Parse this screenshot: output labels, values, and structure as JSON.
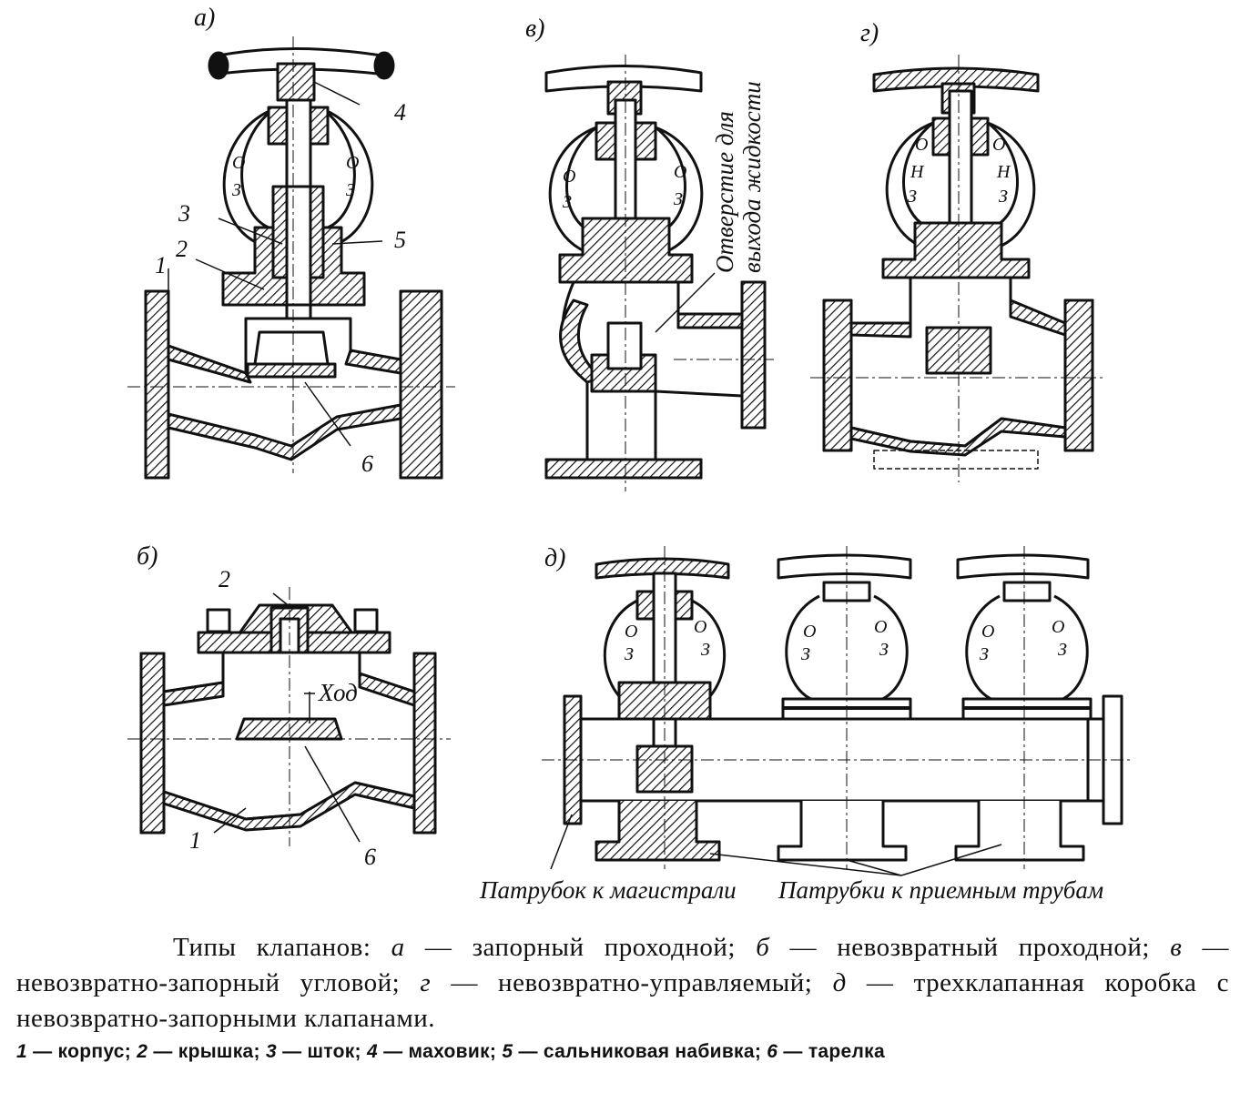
{
  "panels": {
    "a": "а)",
    "b": "б)",
    "v": "в)",
    "g": "г)",
    "d": "д)"
  },
  "numbers": {
    "n1": "1",
    "n2": "2",
    "n3": "3",
    "n4": "4",
    "n5": "5",
    "n6": "6"
  },
  "scale_marks": {
    "o": "О",
    "z": "З",
    "n": "Н"
  },
  "annotations": {
    "hod": "Ход",
    "outlet_line1": "Отверстие для",
    "outlet_line2": "выхода жидкости",
    "to_main": "Патрубок к магистрали",
    "to_intake": "Патрубки к приемным трубам"
  },
  "caption": {
    "title": "Типы клапанов:",
    "a_letter": "а",
    "a_text": " — запорный проходной; ",
    "b_letter": "б",
    "b_text": " — невозвратный проходной; ",
    "v_letter": "в",
    "v_text": " — невозвратно-запорный угловой; ",
    "g_letter": "г",
    "g_text": " — невозвратно-управляемый; ",
    "d_letter": "д",
    "d_text": " — трехклапанная коробка с невозвратно-запорными клапанами."
  },
  "legend": {
    "i1": "1",
    "t1": " — корпус; ",
    "i2": "2",
    "t2": " — крышка; ",
    "i3": "3",
    "t3": " — шток; ",
    "i4": "4",
    "t4": " — маховик; ",
    "i5": "5",
    "t5": " — сальниковая набивка; ",
    "i6": "6",
    "t6": " — тарелка"
  }
}
